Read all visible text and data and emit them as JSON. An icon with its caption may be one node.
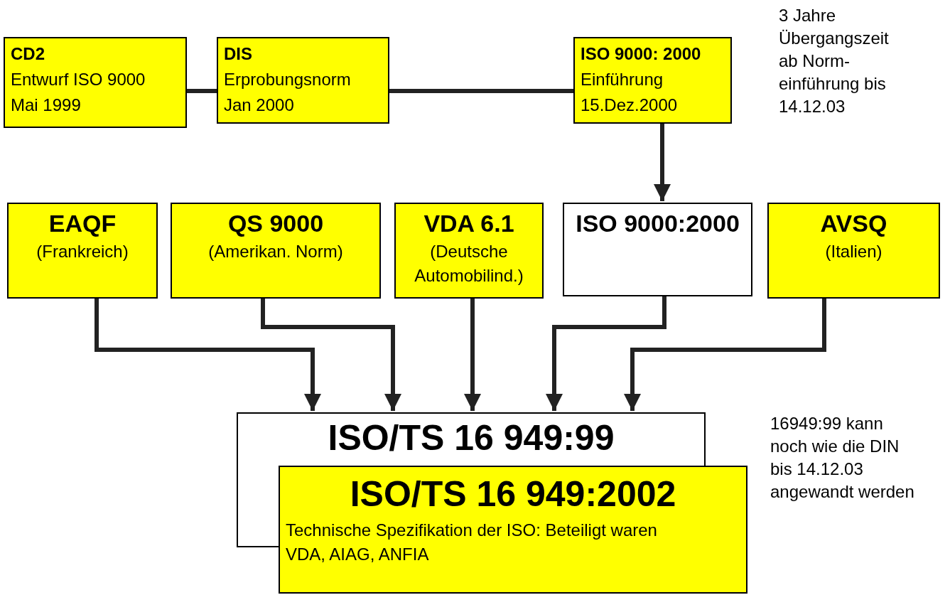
{
  "diagram": {
    "nodes": [
      {
        "text": [
          "CD2",
          "Entwurf ISO 9000 Mai 1999"
        ]
      },
      {
        "text": [
          "DIS",
          "Erprobungsnorm Jan 2000"
        ]
      },
      {
        "text": [
          "ISO 9000: 2000",
          "Einführung 15.Dez.2000"
        ]
      },
      {
        "text": [
          "EAQF",
          "(Frankreich)"
        ]
      },
      {
        "text": [
          "QS 9000",
          "(Amerikan. Norm)"
        ]
      },
      {
        "text": [
          "VDA 6.1",
          "(Deutsche Automobilind.)"
        ]
      },
      {
        "text": [
          "ISO 9000:2000"
        ]
      },
      {
        "text": [
          "AVSQ",
          "(Italien)"
        ]
      },
      {
        "text": [
          "ISO/TS 16 949:99"
        ]
      },
      {
        "text": [
          "ISO/TS 16 949:2002",
          "Technische Spezifikation der ISO: Beteiligt waren VDA, AIAG, ANFIA"
        ]
      }
    ],
    "edges": [
      {
        "from": 0,
        "to": 1,
        "arrow": "none"
      },
      {
        "from": 1,
        "to": 2,
        "arrow": "none"
      },
      {
        "from": 2,
        "to": 6,
        "arrow": "to"
      },
      {
        "from": 3,
        "to": 8,
        "arrow": "to"
      },
      {
        "from": 4,
        "to": 8,
        "arrow": "to"
      },
      {
        "from": 5,
        "to": 8,
        "arrow": "to"
      },
      {
        "from": 6,
        "to": 8,
        "arrow": "to"
      },
      {
        "from": 7,
        "to": 8,
        "arrow": "to"
      }
    ],
    "labels": [
      "3 Jahre Übergangszeit ab Norm- einführung bis 14.12.03",
      "16949:99 kann noch wie die DIN bis 14.12.03 angewandt werden"
    ]
  }
}
